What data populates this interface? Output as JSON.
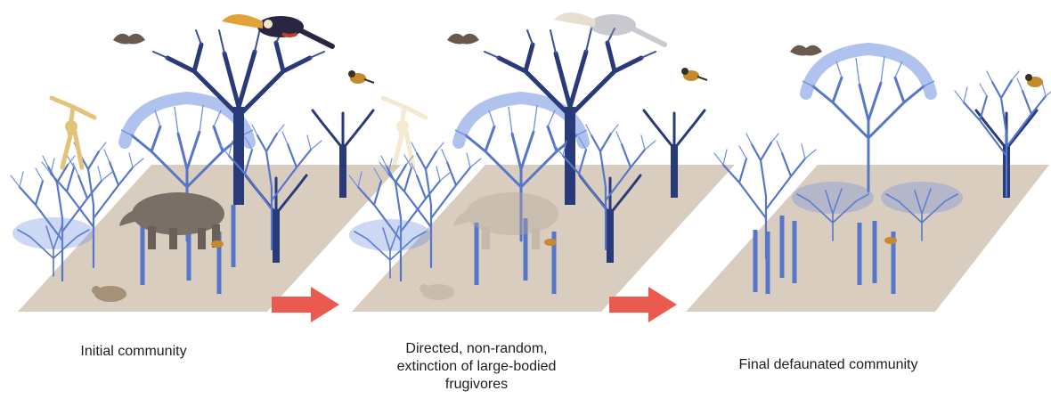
{
  "captions": {
    "initial": "Initial community",
    "directed_line1": "Directed, non-random,",
    "directed_line2": "extinction of large-bodied",
    "directed_line3": "frugivores",
    "final": "Final defaunated community"
  },
  "colors": {
    "ground": "#d9cdbf",
    "tree_light": "#5677c9",
    "tree_canopy": "#6f8fe0",
    "tree_dark": "#293a78",
    "arrow": "#ea5a4f",
    "toucan": "#2a2540",
    "tapir": "#7a6f66",
    "bird": "#6b5a3a",
    "bat": "#6a5a4e"
  },
  "stages": [
    {
      "name": "initial",
      "animals": [
        "bat",
        "toucan",
        "bird",
        "monkey",
        "tapir",
        "agouti",
        "small-rodent"
      ],
      "faded": []
    },
    {
      "name": "extinction",
      "animals": [
        "bat",
        "toucan",
        "bird",
        "monkey",
        "tapir",
        "agouti",
        "small-rodent"
      ],
      "faded": [
        "toucan",
        "monkey",
        "tapir",
        "agouti"
      ]
    },
    {
      "name": "final",
      "animals": [
        "bat",
        "bird",
        "small-rodent"
      ],
      "faded": []
    }
  ]
}
